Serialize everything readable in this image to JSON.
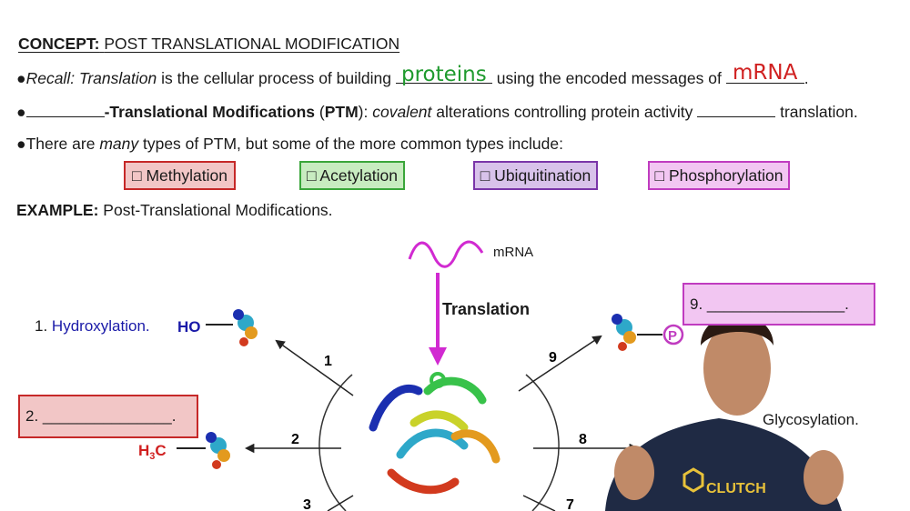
{
  "concept": {
    "prefix": "CONCEPT:",
    "title": "POST TRANSLATIONAL MODIFICATION"
  },
  "bullet1": {
    "bullet": "●",
    "recall": "Recall: Translation",
    "t1": " is the cellular process of building ",
    "handwritten_1": "proteins",
    "t2": " using the encoded messages of ",
    "handwritten_2": "mRNA",
    "t3": "."
  },
  "bullet2": {
    "bullet": "●",
    "bold": "-Translational Modifications",
    "t1": " (",
    "ptm": "PTM",
    "t2": "): ",
    "covalent": "covalent",
    "t3": " alterations controlling protein activity ",
    "t4": " translation."
  },
  "bullet3": {
    "bullet": "●",
    "t1": "There are ",
    "many": "many",
    "t2": " types of PTM, but some of the more common types include:"
  },
  "ptm_types": [
    {
      "label": "□ Methylation",
      "color": "#c62828",
      "fill": "#f2c6c6"
    },
    {
      "label": "□ Acetylation",
      "color": "#3aa63a",
      "fill": "#c8ecc0"
    },
    {
      "label": "□ Ubiquitination",
      "color": "#7a35a8",
      "fill": "#d8c2ea"
    },
    {
      "label": "□ Phosphorylation",
      "color": "#c03cc0",
      "fill": "#f2c6f2"
    }
  ],
  "example": {
    "prefix": "EXAMPLE:",
    "text": " Post-Translational Modifications."
  },
  "diagram": {
    "mrna": "mRNA",
    "translation": "Translation",
    "item1": {
      "num": "1.",
      "name": "Hydroxylation."
    },
    "ho": "HO",
    "item2": {
      "text": "2. _______________."
    },
    "h3c": {
      "h": "H",
      "sub": "3",
      "c": "C"
    },
    "item9": {
      "text": "9. ________________."
    },
    "p_label": "P",
    "glyco": "Glycosylation.",
    "arrow_nums": [
      "1",
      "2",
      "3",
      "9",
      "8",
      "7"
    ],
    "shirt_logo": "CLUTCH"
  },
  "colors": {
    "arrow_magenta": "#d12ad1",
    "handwriting_green": "#1f9a2e",
    "handwriting_red": "#d02020",
    "hydroxyl_blue": "#1a1aa8"
  }
}
